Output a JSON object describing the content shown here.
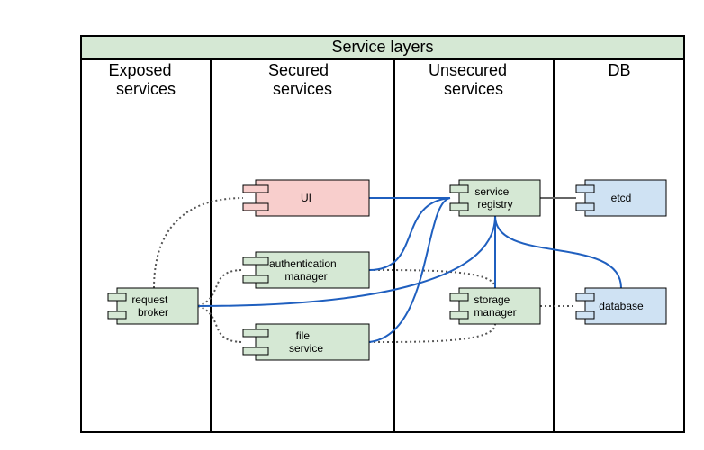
{
  "diagram": {
    "title": "Service layers",
    "lanes": [
      {
        "id": "exposed",
        "label_lines": [
          "Exposed",
          "services"
        ]
      },
      {
        "id": "secured",
        "label_lines": [
          "Secured",
          "services"
        ]
      },
      {
        "id": "unsecured",
        "label_lines": [
          "Unsecured",
          "services"
        ]
      },
      {
        "id": "db",
        "label_lines": [
          "DB"
        ]
      }
    ],
    "components": [
      {
        "id": "ui",
        "label_lines": [
          "UI"
        ],
        "fill": "#f8cecc",
        "stroke": "#000000"
      },
      {
        "id": "service_registry",
        "label_lines": [
          "service",
          "registry"
        ],
        "fill": "#d5e8d4",
        "stroke": "#000000"
      },
      {
        "id": "etcd",
        "label_lines": [
          "etcd"
        ],
        "fill": "#cfe2f3",
        "stroke": "#000000"
      },
      {
        "id": "authentication_manager",
        "label_lines": [
          "authentication",
          "manager"
        ],
        "fill": "#d5e8d4",
        "stroke": "#000000"
      },
      {
        "id": "request_broker",
        "label_lines": [
          "request",
          "broker"
        ],
        "fill": "#d5e8d4",
        "stroke": "#000000"
      },
      {
        "id": "storage_manager",
        "label_lines": [
          "storage",
          "manager"
        ],
        "fill": "#d5e8d4",
        "stroke": "#000000"
      },
      {
        "id": "database",
        "label_lines": [
          "database"
        ],
        "fill": "#cfe2f3",
        "stroke": "#000000"
      },
      {
        "id": "file_service",
        "label_lines": [
          "file",
          "service"
        ],
        "fill": "#d5e8d4",
        "stroke": "#000000"
      }
    ],
    "colors": {
      "header_fill": "#d5e8d4",
      "solid_link": "#1f5fbf",
      "dotted_link": "#555555",
      "etcd_link": "#666666"
    }
  }
}
